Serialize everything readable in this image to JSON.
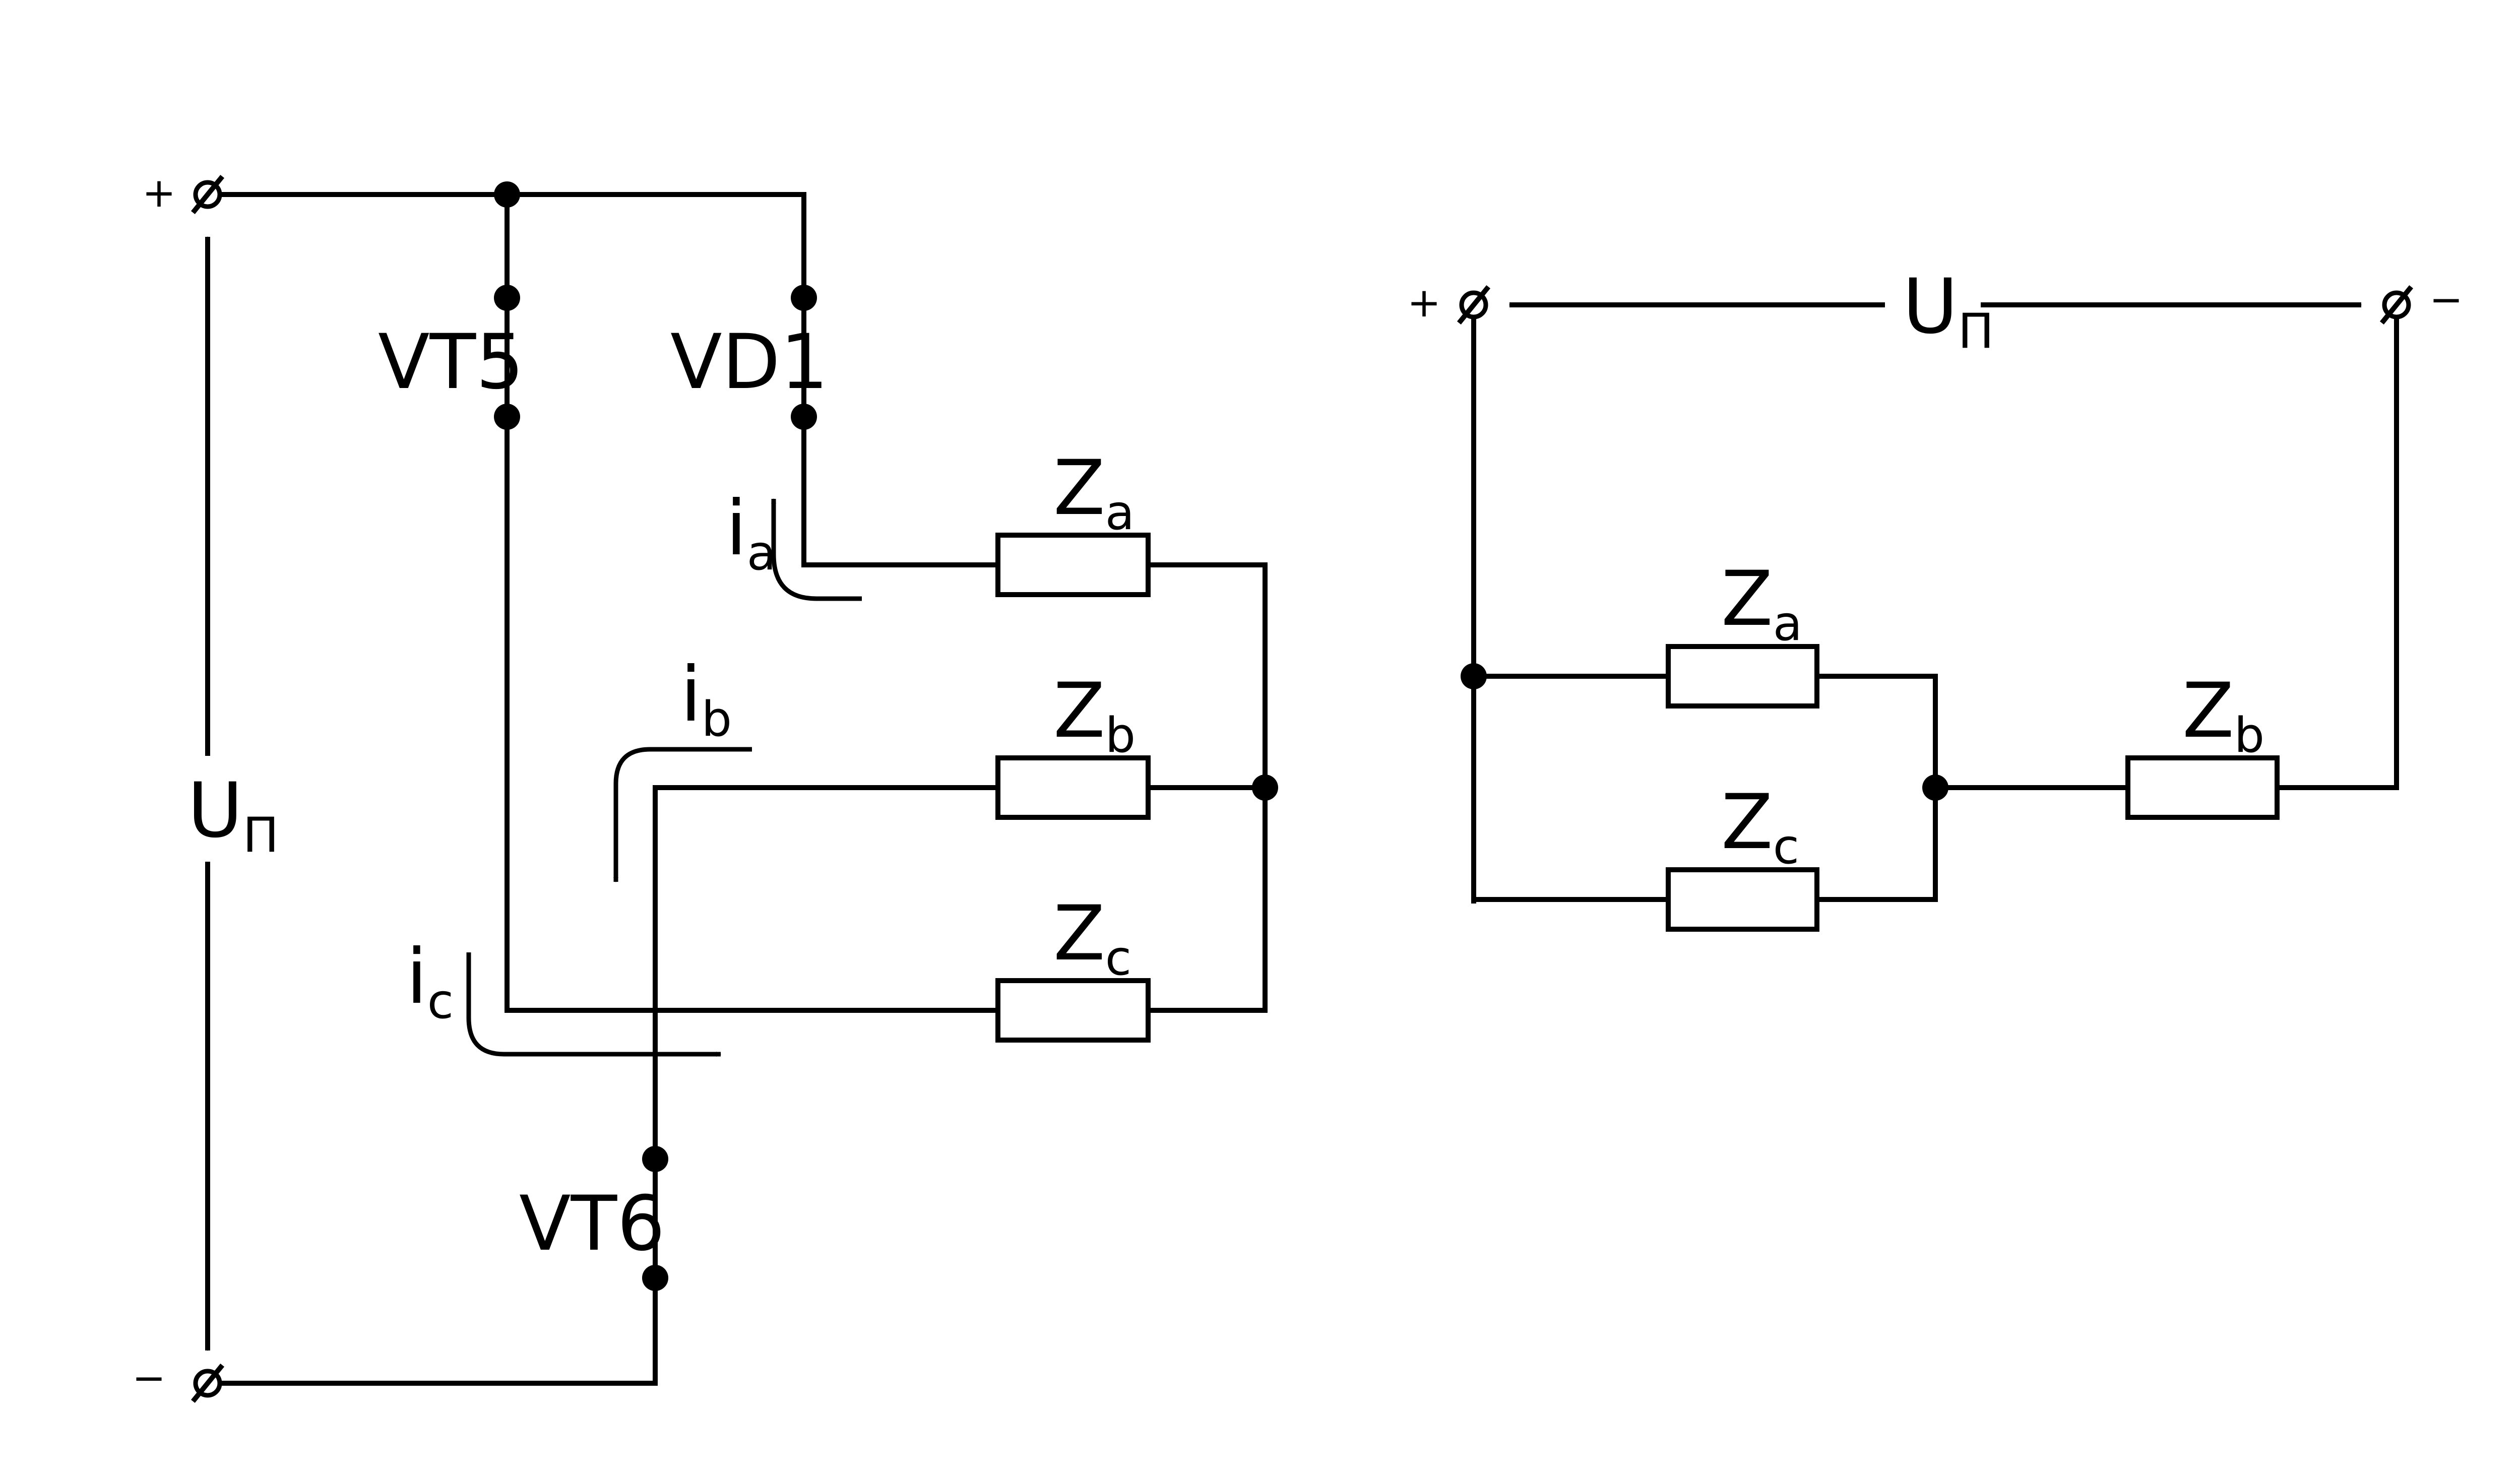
{
  "left_circuit": {
    "supply_label": "U",
    "supply_sub": "П",
    "plus": "+",
    "minus": "−",
    "switch_vt5": "VT5",
    "diode_vd1": "VD1",
    "switch_vt6": "VT6",
    "current_a": "i",
    "current_a_sub": "a",
    "current_b": "i",
    "current_b_sub": "b",
    "current_c": "i",
    "current_c_sub": "c",
    "za": "Z",
    "za_sub": "a",
    "zb": "Z",
    "zb_sub": "b",
    "zc": "Z",
    "zc_sub": "c"
  },
  "right_circuit": {
    "supply_label": "U",
    "supply_sub": "П",
    "plus": "+",
    "minus": "−",
    "za": "Z",
    "za_sub": "a",
    "zb": "Z",
    "zb_sub": "b",
    "zc": "Z",
    "zc_sub": "c"
  }
}
